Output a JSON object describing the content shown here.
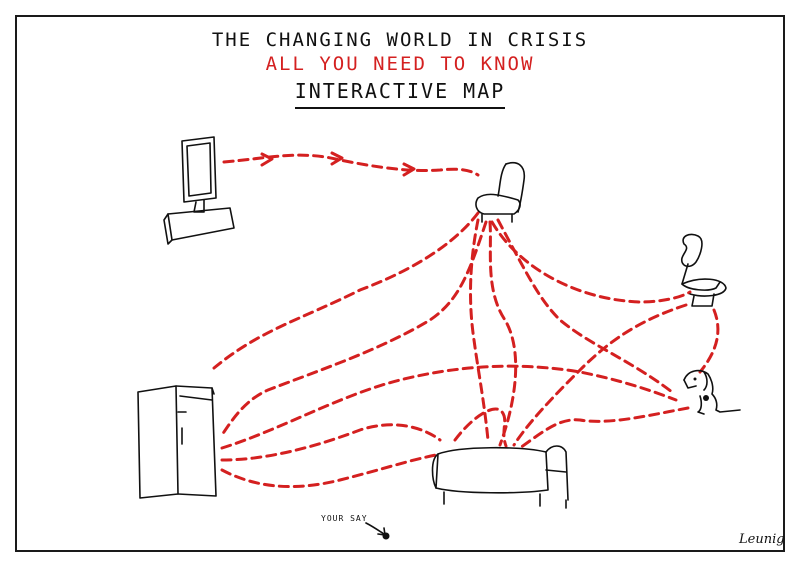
{
  "header": {
    "title": "THE CHANGING WORLD IN CRISIS",
    "subtitle": "ALL YOU NEED TO KNOW",
    "heading": "INTERACTIVE MAP"
  },
  "annotations": {
    "your_say": "YOUR SAY"
  },
  "signature": "Leunig",
  "icons": [
    "television-icon",
    "armchair-icon",
    "toilet-icon",
    "dog-icon",
    "refrigerator-icon",
    "bed-icon",
    "dot-icon"
  ],
  "colors": {
    "ink": "#111111",
    "accent": "#d42020",
    "paper": "#ffffff"
  }
}
